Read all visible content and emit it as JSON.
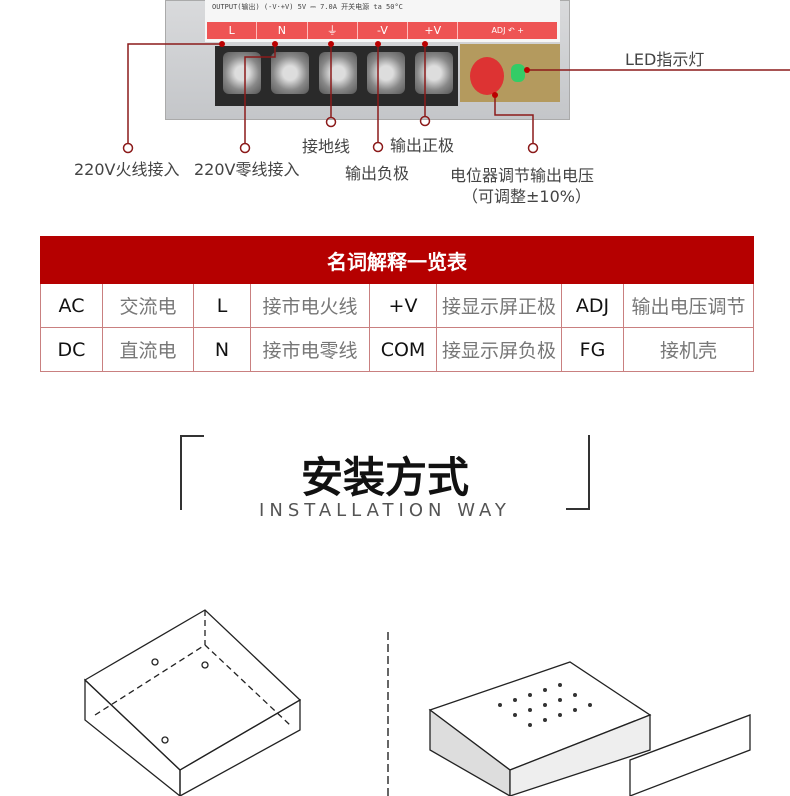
{
  "device": {
    "label_text": "OUTPUT(输出) (-V·+V) 5V ⎓ 7.0A 开关电源 ta 50°C",
    "strip": [
      "L",
      "N",
      "⏚",
      "-V",
      "+V",
      "ADJ ↶ +"
    ]
  },
  "callouts": {
    "live": "220V火线接入",
    "neutral": "220V零线接入",
    "ground": "接地线",
    "neg": "输出负极",
    "pos": "输出正极",
    "pot_line1": "电位器调节输出电压",
    "pot_line2": "（可调整±10%）",
    "led": "LED指示灯"
  },
  "table": {
    "title": "名词解释一览表",
    "rows": [
      [
        "AC",
        "交流电",
        "L",
        "接市电火线",
        "+V",
        "接显示屏正极",
        "ADJ",
        "输出电压调节"
      ],
      [
        "DC",
        "直流电",
        "N",
        "接市电零线",
        "COM",
        "接显示屏负极",
        "FG",
        "接机壳"
      ]
    ]
  },
  "installation": {
    "title": "安装方式",
    "subtitle": "INSTALLATION WAY"
  },
  "colors": {
    "accent": "#b50000",
    "line": "#8b1a1a"
  }
}
